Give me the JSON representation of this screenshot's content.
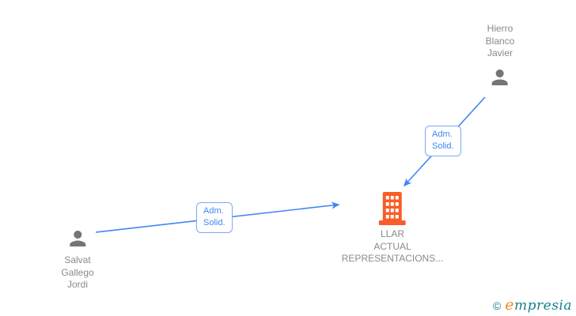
{
  "diagram": {
    "nodes": {
      "hierro": {
        "lines": [
          "Hierro",
          "Blanco",
          "Javier"
        ]
      },
      "salvat": {
        "lines": [
          "Salvat",
          "Gallego",
          "Jordi"
        ]
      },
      "company": {
        "lines": [
          "LLAR",
          "ACTUAL",
          "REPRESENTACIONS..."
        ]
      }
    },
    "edges": {
      "hierro_to_company": {
        "label_lines": [
          "Adm.",
          "Solid."
        ]
      },
      "salvat_to_company": {
        "label_lines": [
          "Adm.",
          "Solid."
        ]
      }
    },
    "colors": {
      "edge_blue": "#4285f4",
      "edge_label_border": "#7baaf7",
      "person_gray": "#757575",
      "text_gray": "#8a8a8a",
      "building_orange": "#f95d28",
      "logo_teal": "#17808d",
      "logo_orange": "#f5831f"
    }
  },
  "footer": {
    "copyright_symbol": "©",
    "brand_lead": "e",
    "brand_rest": "mpresia"
  }
}
